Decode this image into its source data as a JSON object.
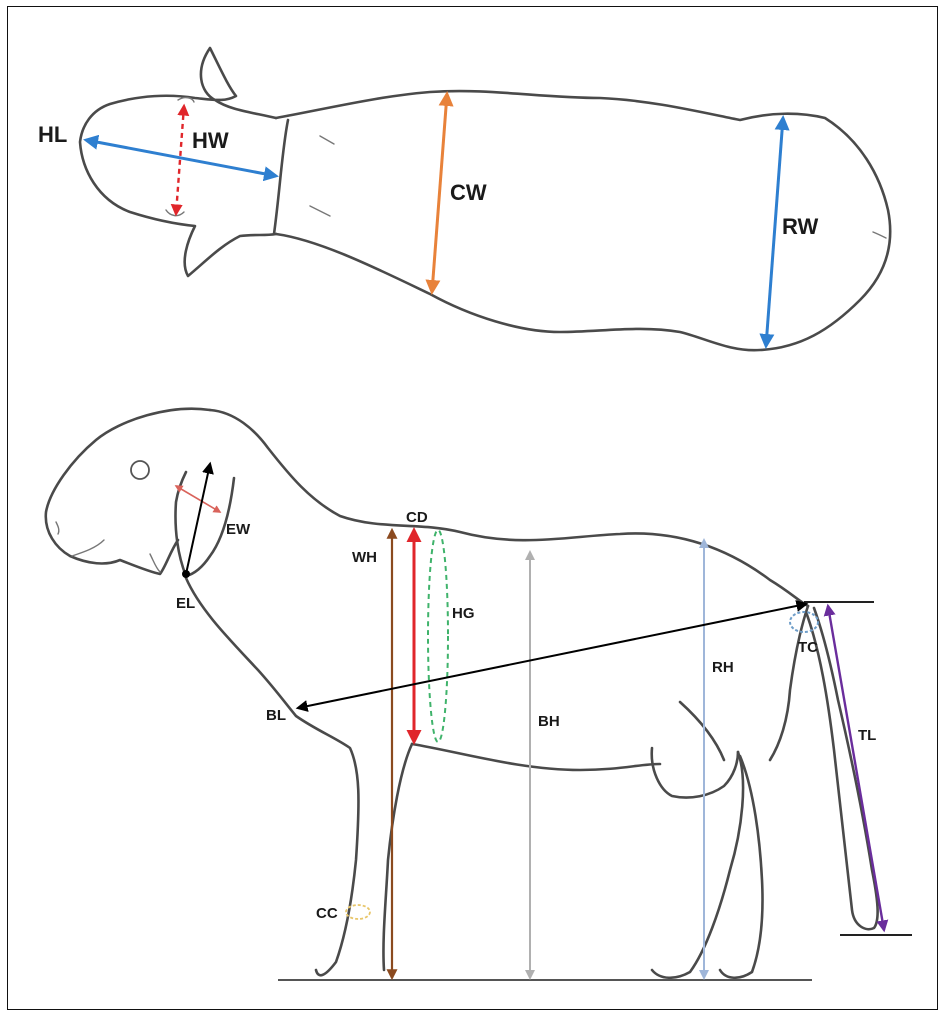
{
  "top_view": {
    "labels": {
      "hl": "HL",
      "hw": "HW",
      "cw": "CW",
      "rw": "RW"
    }
  },
  "side_view": {
    "labels": {
      "ew": "EW",
      "el": "EL",
      "cd": "CD",
      "wh": "WH",
      "hg": "HG",
      "bh": "BH",
      "rh": "RH",
      "tc": "TC",
      "tl": "TL",
      "bl": "BL",
      "cc": "CC"
    }
  },
  "colors": {
    "blue": "#2e7fd0",
    "red": "#e0262b",
    "orange": "#e8823a",
    "black": "#000000",
    "brown": "#8b4a1f",
    "green_dashed": "#3fb36b",
    "grey": "#b0b0b0",
    "light_blue": "#9fb6d9",
    "purple": "#6a2d9c",
    "ear_red": "#d9635b",
    "tail_circle": "#6f9ec9",
    "cannon_circle": "#e8c66a"
  }
}
